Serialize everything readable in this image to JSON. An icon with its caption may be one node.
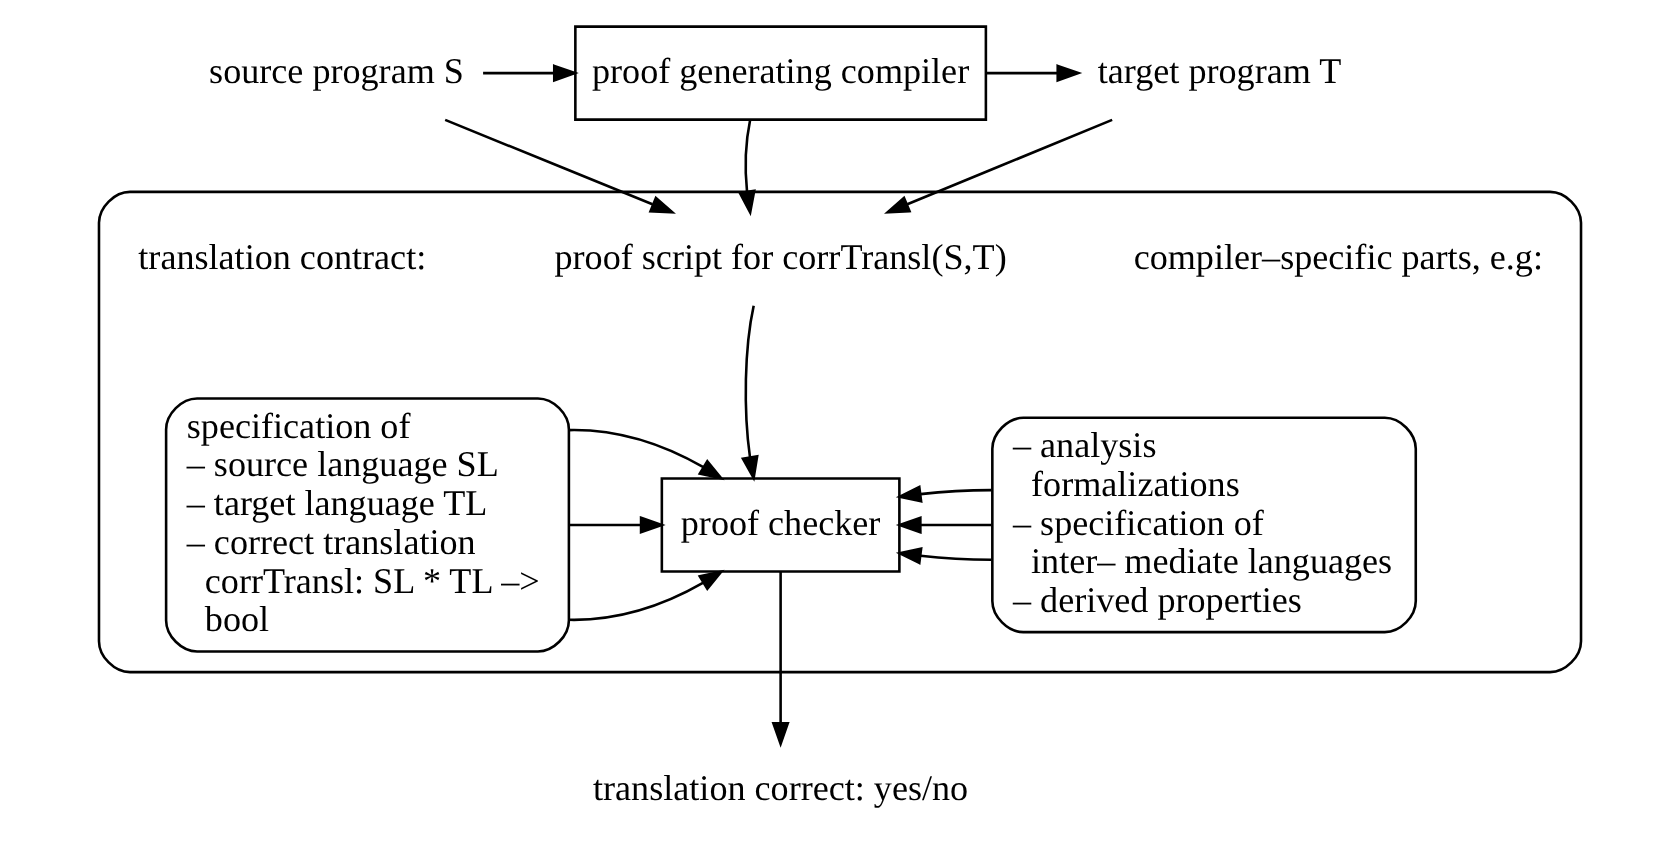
{
  "diagram": {
    "nodes": [
      {
        "text": [
          "source program S"
        ]
      },
      {
        "text": [
          "proof generating compiler"
        ]
      },
      {
        "text": [
          "target program T"
        ]
      },
      {
        "text": [
          "translation contract:",
          "compiler–specific parts, e.g:"
        ]
      },
      {
        "text": [
          "proof script for corrTransl(S,T)"
        ],
        "in": 3
      },
      {
        "text": [
          "specification of",
          "– source language SL",
          "– target language TL",
          "– correct translation corrTransl: SL * TL –> bool"
        ],
        "in": 3
      },
      {
        "text": [
          "proof checker"
        ],
        "in": 3
      },
      {
        "text": [
          "– analysis formalizations",
          "– specification of inter– mediate languages",
          "– derived properties"
        ],
        "in": 3
      },
      {
        "text": [
          "translation correct: yes/no"
        ]
      }
    ],
    "edges": [
      {
        "from": 0,
        "to": 1,
        "arrow": "to"
      },
      {
        "from": 1,
        "to": 2,
        "arrow": "to"
      },
      {
        "from": 0,
        "to": 4,
        "arrow": "to"
      },
      {
        "from": 1,
        "to": 4,
        "arrow": "to"
      },
      {
        "from": 2,
        "to": 4,
        "arrow": "to"
      },
      {
        "from": 4,
        "to": 6,
        "arrow": "to"
      },
      {
        "from": 5,
        "to": 6,
        "arrow": "to"
      },
      {
        "from": 5,
        "to": 6,
        "arrow": "to"
      },
      {
        "from": 5,
        "to": 6,
        "arrow": "to"
      },
      {
        "from": 7,
        "to": 6,
        "arrow": "to"
      },
      {
        "from": 7,
        "to": 6,
        "arrow": "to"
      },
      {
        "from": 7,
        "to": 6,
        "arrow": "to"
      },
      {
        "from": 6,
        "to": 8,
        "arrow": "to"
      }
    ]
  }
}
